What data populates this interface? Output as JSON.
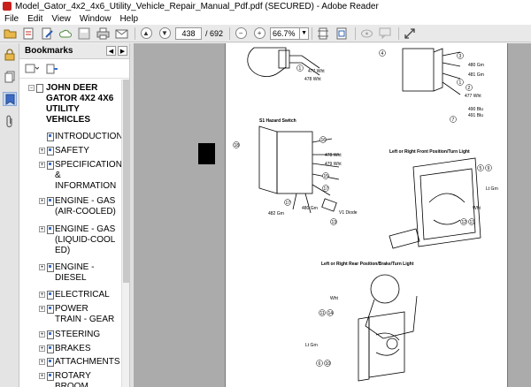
{
  "window": {
    "title": "Model_Gator_4x2_4x6_Utility_Vehicle_Repair_Manual_Pdf.pdf (SECURED) - Adobe Reader"
  },
  "menu": [
    "File",
    "Edit",
    "View",
    "Window",
    "Help"
  ],
  "toolbar": {
    "current_page": "438",
    "page_total": "/ 692",
    "zoom": "66.7%"
  },
  "bookmarks": {
    "title": "Bookmarks",
    "root": "JOHN DEER GATOR 4X2 4X6 UTILITY VEHICLES",
    "items": [
      "INTRODUCTION",
      "SAFETY",
      "SPECIFICATIONS & INFORMATION",
      "ENGINE - GAS (AIR-COOLED)",
      "ENGINE - GAS (LIQUID-COOLED)",
      "ENGINE - DIESEL",
      "ELECTRICAL",
      "POWER TRAIN - GEAR",
      "STEERING",
      "BRAKES",
      "ATTACHMENTS",
      "ROTARY BROOM ENGINE"
    ]
  },
  "diagram": {
    "labels": {
      "w477": "477 Wht",
      "w478": "478 Wht",
      "g480": "480 Grn",
      "g481": "481 Grn",
      "w477b": "477 Wht",
      "b490": "490 Blu",
      "b491": "491 Blu",
      "hazard": "S1 Hazard Switch",
      "w478b": "478 Wht",
      "w479": "479 Wht",
      "g482": "482 Grn",
      "g480b": "480 Grn",
      "diode": "V1 Diode",
      "front_title": "Left or Right Front Position/Turn Light",
      "ltgrn": "Lt Grn",
      "wht": "Wht",
      "rear_title": "Left or Right Rear Position/Brake/Turn Light",
      "wht2": "Wht",
      "ltgrn2": "Lt Grn"
    },
    "callouts": [
      "1",
      "4",
      "3",
      "2",
      "1",
      "7",
      "16",
      "18",
      "15",
      "17",
      "17",
      "13",
      "5",
      "9",
      "12",
      "13",
      "11",
      "14",
      "6",
      "10"
    ]
  }
}
